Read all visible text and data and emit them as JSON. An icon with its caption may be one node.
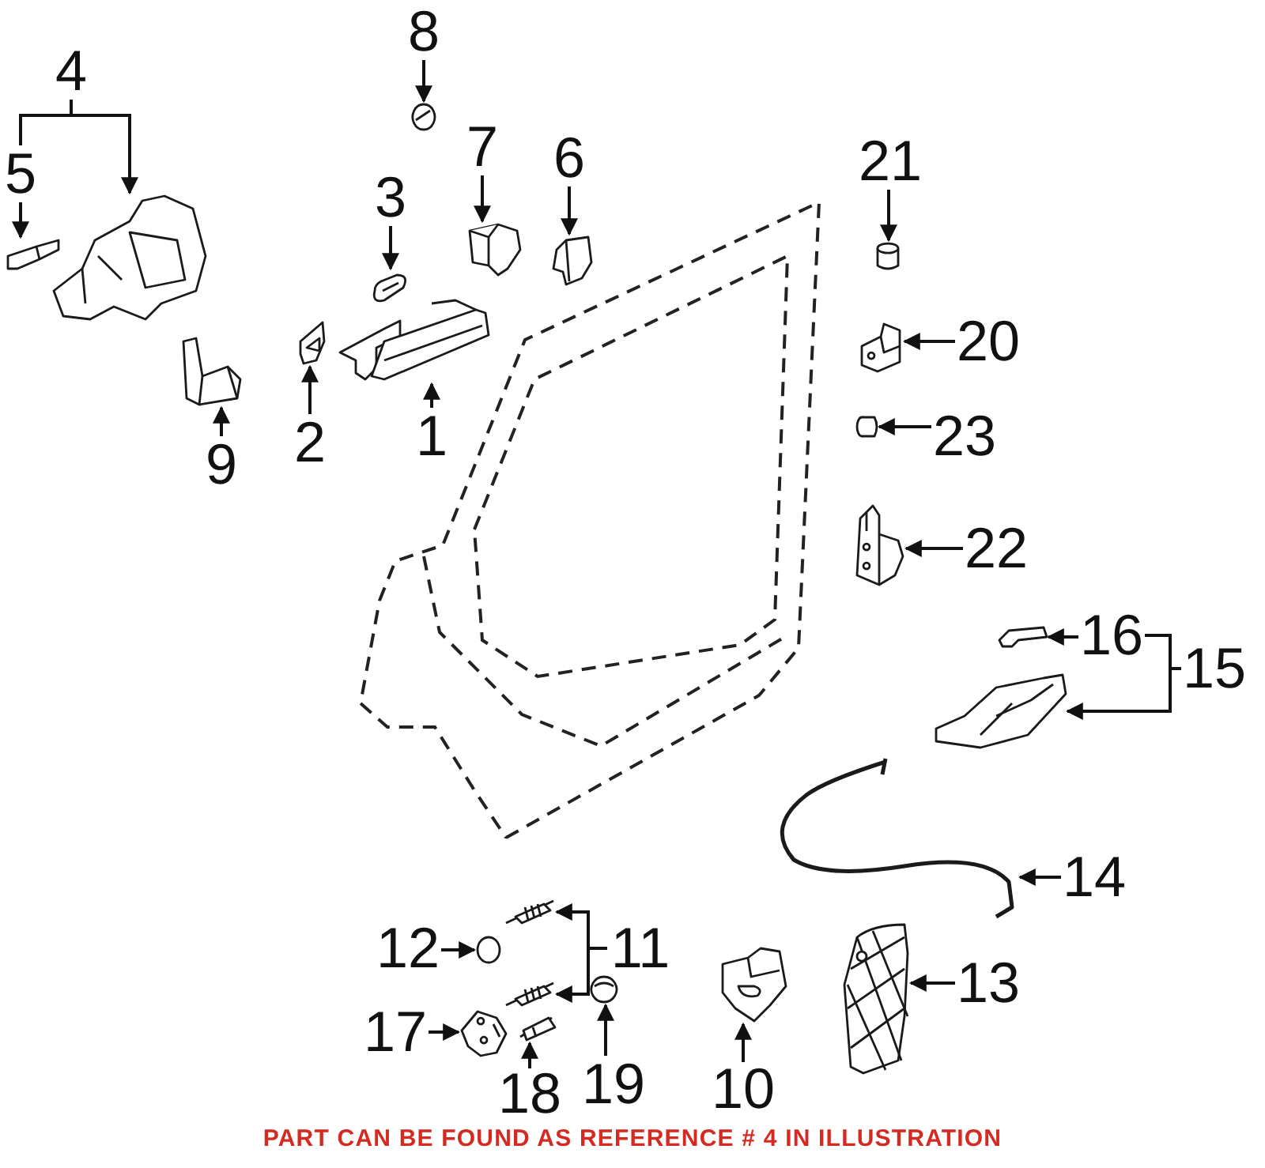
{
  "diagram": {
    "nodes": [
      {
        "text": [
          "4"
        ]
      },
      {
        "text": [],
        "shape": "picture"
      },
      {
        "text": [
          "5"
        ]
      },
      {
        "text": [],
        "shape": "picture"
      },
      {
        "text": [
          "8"
        ]
      },
      {
        "text": [],
        "shape": "picture"
      },
      {
        "text": [
          "7"
        ]
      },
      {
        "text": [],
        "shape": "picture"
      },
      {
        "text": [
          "6"
        ]
      },
      {
        "text": [],
        "shape": "picture"
      },
      {
        "text": [
          "3"
        ]
      },
      {
        "text": [],
        "shape": "picture"
      },
      {
        "text": [],
        "shape": "picture"
      },
      {
        "text": [
          "1"
        ]
      },
      {
        "text": [],
        "shape": "picture"
      },
      {
        "text": [
          "2"
        ]
      },
      {
        "text": [],
        "shape": "picture"
      },
      {
        "text": [
          "9"
        ]
      },
      {
        "text": [
          "21"
        ]
      },
      {
        "text": [],
        "shape": "cylinder"
      },
      {
        "text": [],
        "shape": "picture"
      },
      {
        "text": [
          "20"
        ]
      },
      {
        "text": [],
        "shape": "cylinder"
      },
      {
        "text": [
          "23"
        ]
      },
      {
        "text": [],
        "shape": "picture"
      },
      {
        "text": [
          "22"
        ]
      },
      {
        "text": [],
        "shape": "picture"
      },
      {
        "text": [
          "16"
        ]
      },
      {
        "text": [
          "15"
        ]
      },
      {
        "text": [],
        "shape": "picture"
      },
      {
        "text": [],
        "shape": "picture"
      },
      {
        "text": [
          "14"
        ]
      },
      {
        "text": [
          "11"
        ]
      },
      {
        "text": [],
        "shape": "picture"
      },
      {
        "text": [],
        "shape": "picture"
      },
      {
        "text": [
          "12"
        ]
      },
      {
        "text": [],
        "shape": "circle"
      },
      {
        "text": [],
        "shape": "picture"
      },
      {
        "text": [
          "13"
        ]
      },
      {
        "text": [
          "17"
        ]
      },
      {
        "text": [],
        "shape": "picture"
      },
      {
        "text": [],
        "shape": "picture"
      },
      {
        "text": [
          "18"
        ]
      },
      {
        "text": [],
        "shape": "picture"
      },
      {
        "text": [
          "19"
        ]
      },
      {
        "text": [],
        "shape": "picture"
      },
      {
        "text": [
          "10"
        ]
      }
    ],
    "edges": [
      {
        "from": 0,
        "to": 1,
        "arrow": "to"
      },
      {
        "from": 0,
        "to": 2,
        "arrow": "none"
      },
      {
        "from": 2,
        "to": 3,
        "arrow": "to"
      },
      {
        "from": 4,
        "to": 5,
        "arrow": "to"
      },
      {
        "from": 6,
        "to": 7,
        "arrow": "to"
      },
      {
        "from": 8,
        "to": 9,
        "arrow": "to"
      },
      {
        "from": 10,
        "to": 11,
        "arrow": "to"
      },
      {
        "from": 13,
        "to": 12,
        "arrow": "to"
      },
      {
        "from": 15,
        "to": 14,
        "arrow": "to"
      },
      {
        "from": 17,
        "to": 16,
        "arrow": "to"
      },
      {
        "from": 18,
        "to": 19,
        "arrow": "to"
      },
      {
        "from": 21,
        "to": 20,
        "arrow": "to"
      },
      {
        "from": 23,
        "to": 22,
        "arrow": "to"
      },
      {
        "from": 25,
        "to": 24,
        "arrow": "to"
      },
      {
        "from": 27,
        "to": 26,
        "arrow": "to"
      },
      {
        "from": 28,
        "to": 27,
        "arrow": "none"
      },
      {
        "from": 28,
        "to": 29,
        "arrow": "to"
      },
      {
        "from": 31,
        "to": 30,
        "arrow": "to"
      },
      {
        "from": 32,
        "to": 33,
        "arrow": "to"
      },
      {
        "from": 32,
        "to": 34,
        "arrow": "to"
      },
      {
        "from": 35,
        "to": 36,
        "arrow": "to"
      },
      {
        "from": 38,
        "to": 37,
        "arrow": "to"
      },
      {
        "from": 39,
        "to": 40,
        "arrow": "to"
      },
      {
        "from": 42,
        "to": 41,
        "arrow": "to"
      },
      {
        "from": 44,
        "to": 43,
        "arrow": "to"
      },
      {
        "from": 46,
        "to": 45,
        "arrow": "to"
      }
    ],
    "labels": [
      "PART CAN BE FOUND AS REFERENCE # 4 IN ILLUSTRATION"
    ]
  }
}
